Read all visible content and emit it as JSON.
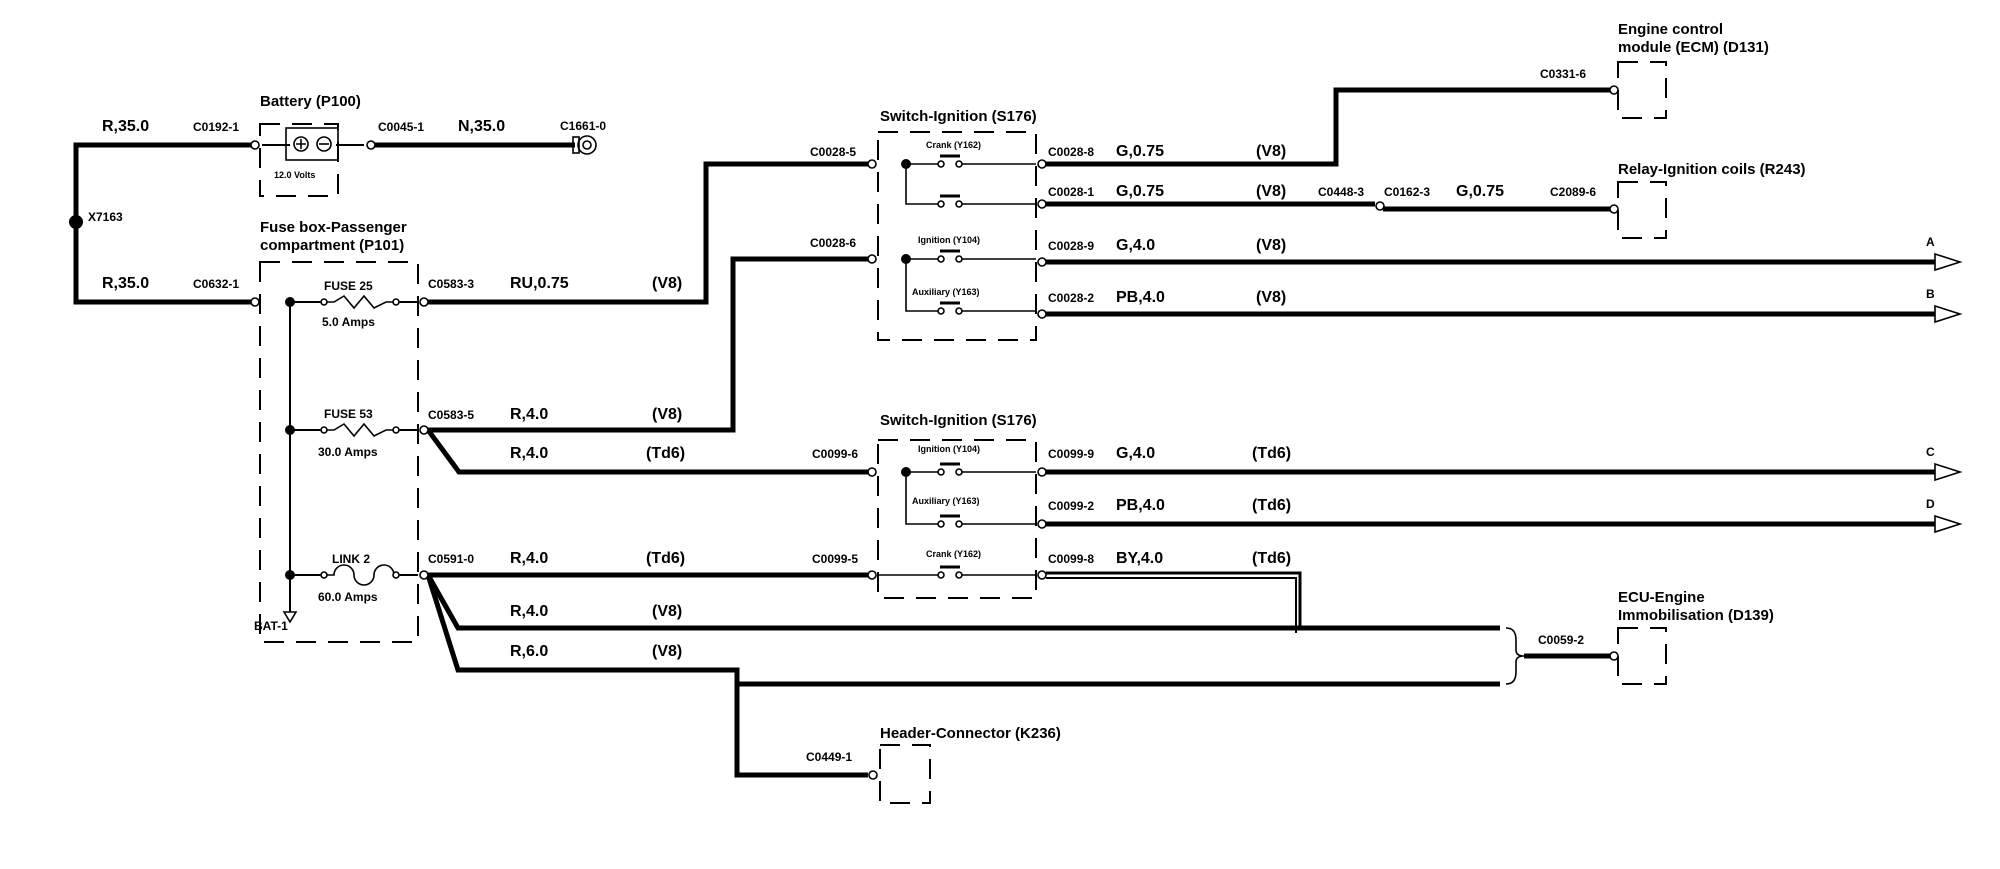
{
  "components": {
    "ecm": {
      "line1": "Engine control",
      "line2": "module (ECM) (D131)"
    },
    "battery": {
      "name": "Battery (P100)",
      "volts": "12.0 Volts"
    },
    "switch_v8": {
      "name": "Switch-Ignition (S176)"
    },
    "relay": {
      "name": "Relay-Ignition coils (R243)"
    },
    "fusebox": {
      "line1": "Fuse box-Passenger",
      "line2": "compartment (P101)"
    },
    "switch_td6": {
      "name": "Switch-Ignition (S176)"
    },
    "ecu_immob": {
      "line1": "ECU-Engine",
      "line2": "Immobilisation (D139)"
    },
    "header": {
      "name": "Header-Connector (K236)"
    }
  },
  "fuses": {
    "fuse25": {
      "name": "FUSE 25",
      "rating": "5.0 Amps"
    },
    "fuse53": {
      "name": "FUSE 53",
      "rating": "30.0 Amps"
    },
    "link2": {
      "name": "LINK 2",
      "rating": "60.0 Amps"
    }
  },
  "switch_contacts": {
    "crank": "Crank (Y162)",
    "ignition": "Ignition (Y104)",
    "auxiliary": "Auxiliary (Y163)"
  },
  "connectors": {
    "c0192_1": "C0192-1",
    "c0045_1": "C0045-1",
    "c1661_0": "C1661-0",
    "c0632_1": "C0632-1",
    "c0583_3": "C0583-3",
    "c0583_5": "C0583-5",
    "c0591_0": "C0591-0",
    "c0028_5": "C0028-5",
    "c0028_6": "C0028-6",
    "c0028_8": "C0028-8",
    "c0028_1": "C0028-1",
    "c0028_9": "C0028-9",
    "c0028_2": "C0028-2",
    "c0448_3": "C0448-3",
    "c0162_3": "C0162-3",
    "c2089_6": "C2089-6",
    "c0331_6": "C0331-6",
    "c0099_6": "C0099-6",
    "c0099_9": "C0099-9",
    "c0099_2": "C0099-2",
    "c0099_5": "C0099-5",
    "c0099_8": "C0099-8",
    "c0059_2": "C0059-2",
    "c0449_1": "C0449-1"
  },
  "splices": {
    "x7163": "X7163",
    "bat1": "BAT-1"
  },
  "wires": {
    "r35_top": "R,35.0",
    "n35": "N,35.0",
    "r35_low": "R,35.0",
    "ru075": "RU,0.75",
    "v8_ru": "(V8)",
    "g075_a": "G,0.75",
    "v8_g075_a": "(V8)",
    "g075_b": "G,0.75",
    "v8_g075_b": "(V8)",
    "g075_c": "G,0.75",
    "g40_v8": "G,4.0",
    "v8_g40": "(V8)",
    "pb40_v8": "PB,4.0",
    "v8_pb40": "(V8)",
    "r40_f53a": "R,4.0",
    "v8_f53a": "(V8)",
    "r40_f53b": "R,4.0",
    "td6_f53b": "(Td6)",
    "g40_td6": "G,4.0",
    "td6_g40": "(Td6)",
    "pb40_td6": "PB,4.0",
    "td6_pb40": "(Td6)",
    "r40_l2a": "R,4.0",
    "td6_l2a": "(Td6)",
    "by40": "BY,4.0",
    "td6_by40": "(Td6)",
    "r40_l2b": "R,4.0",
    "v8_l2b": "(V8)",
    "r60": "R,6.0",
    "v8_r60": "(V8)"
  },
  "arrows": {
    "a": "A",
    "b": "B",
    "c": "C",
    "d": "D"
  }
}
